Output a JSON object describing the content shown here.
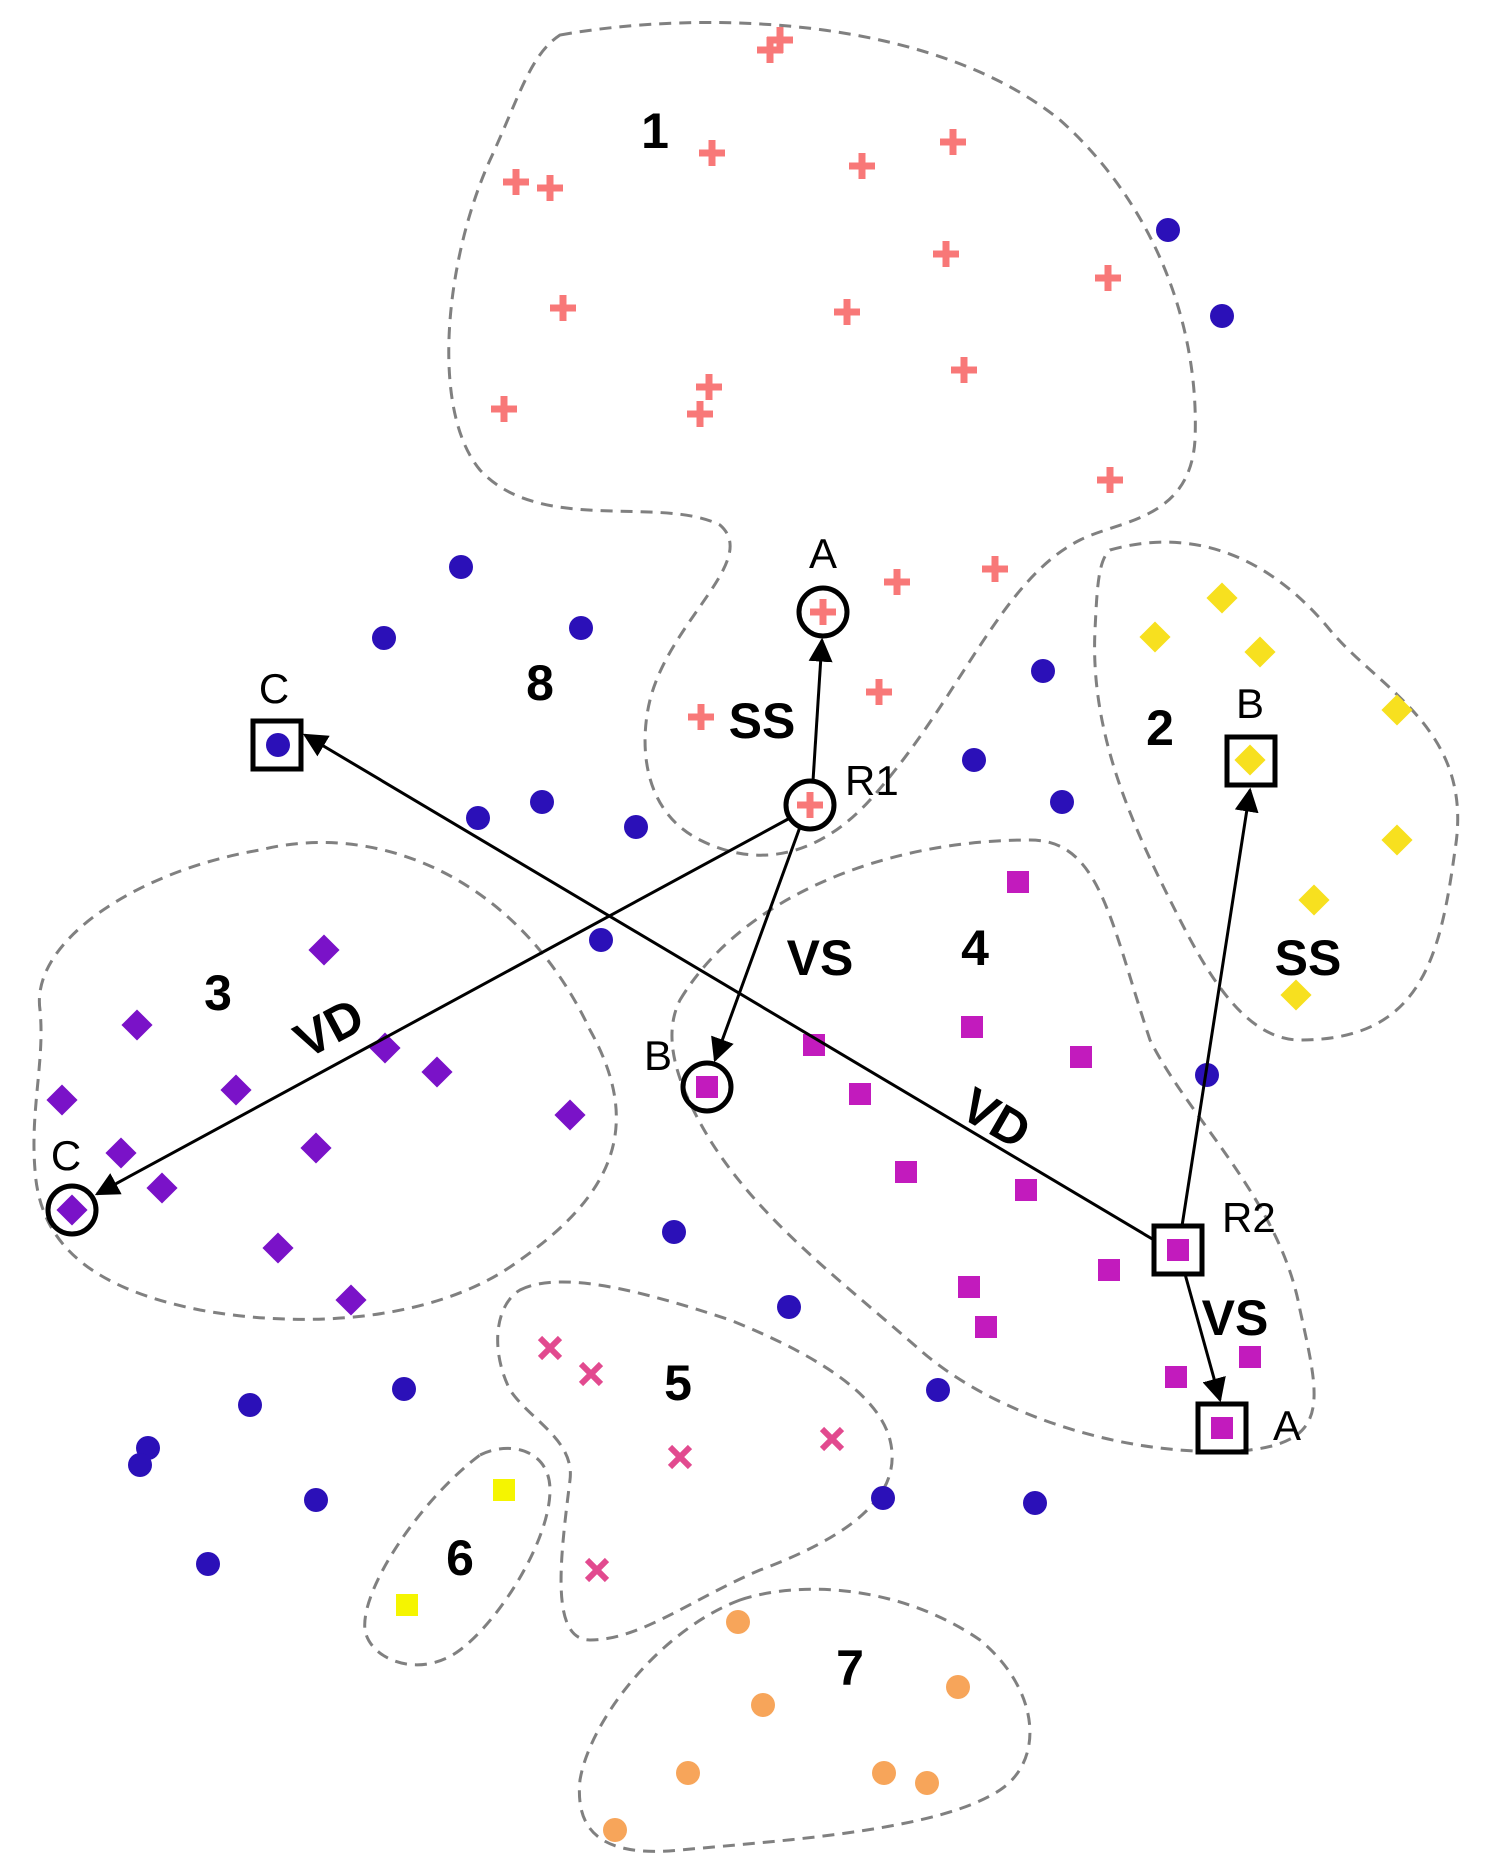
{
  "colors": {
    "cluster1": "#f87878",
    "cluster2": "#f7e01f",
    "cluster3": "#7a12c8",
    "cluster4": "#c21bbd",
    "cluster5": "#e24a8f",
    "cluster6": "#f5f500",
    "cluster7": "#f7a55a",
    "cluster8": "#2b10b8",
    "outline": "#808080",
    "arrow": "#000000"
  },
  "clusters": [
    {
      "id": "1",
      "label": "1",
      "marker": "plus"
    },
    {
      "id": "2",
      "label": "2",
      "marker": "diamond"
    },
    {
      "id": "3",
      "label": "3",
      "marker": "diamond"
    },
    {
      "id": "4",
      "label": "4",
      "marker": "square"
    },
    {
      "id": "5",
      "label": "5",
      "marker": "cross"
    },
    {
      "id": "6",
      "label": "6",
      "marker": "square"
    },
    {
      "id": "7",
      "label": "7",
      "marker": "circle"
    },
    {
      "id": "8",
      "label": "8",
      "marker": "circle"
    }
  ],
  "references": {
    "r1": {
      "label": "R1",
      "shape": "circle"
    },
    "r2": {
      "label": "R2",
      "shape": "square"
    }
  },
  "targets": {
    "r1_a": "A",
    "r1_b": "B",
    "r1_c": "C",
    "r2_a": "A",
    "r2_b": "B",
    "r2_c": "C"
  },
  "edges": {
    "r1_ss": "SS",
    "r1_vs": "VS",
    "r1_vd": "VD",
    "r2_ss": "SS",
    "r2_vs": "VS",
    "r2_vd": "VD"
  }
}
